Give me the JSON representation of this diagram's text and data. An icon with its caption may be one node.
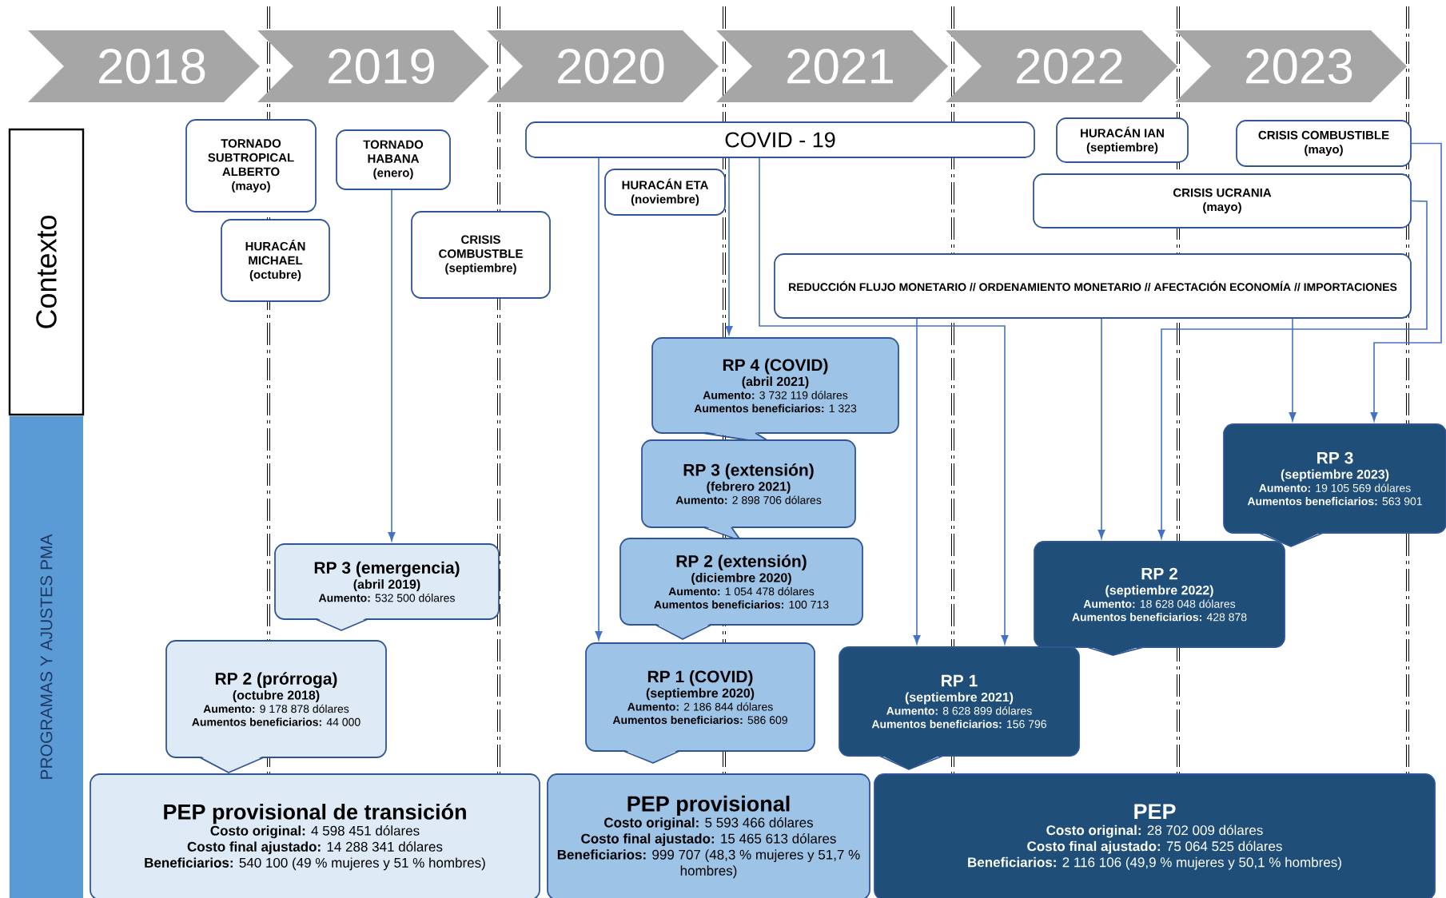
{
  "diagram": {
    "nodes": [
      {
        "text": [
          "2018"
        ]
      },
      {
        "text": [
          "2019"
        ]
      },
      {
        "text": [
          "2020"
        ]
      },
      {
        "text": [
          "2021"
        ]
      },
      {
        "text": [
          "2022"
        ]
      },
      {
        "text": [
          "2023"
        ]
      },
      {
        "text": [
          "Contexto"
        ]
      },
      {
        "text": [
          "PROGRAMAS Y AJUSTES PMA"
        ]
      },
      {
        "text": [
          "TORNADO SUBTROPICAL ALBERTO",
          "(mayo)"
        ]
      },
      {
        "text": [
          "TORNADO HABANA",
          "(enero)"
        ]
      },
      {
        "text": [
          "COVID - 19"
        ]
      },
      {
        "text": [
          "HURACÁN IAN",
          "(septiembre)"
        ]
      },
      {
        "text": [
          "CRISIS COMBUSTIBLE",
          "(mayo)"
        ]
      },
      {
        "text": [
          "HURACÁN ETA",
          "(noviembre)"
        ]
      },
      {
        "text": [
          "CRISIS UCRANIA",
          "(mayo)"
        ]
      },
      {
        "text": [
          "HURACÁN MICHAEL",
          "(octubre)"
        ]
      },
      {
        "text": [
          "CRISIS COMBUSTBLE",
          "(septiembre)"
        ]
      },
      {
        "text": [
          "REDUCCIÓN FLUJO MONETARIO // ORDENAMIENTO MONETARIO // AFECTACIÓN ECONOMÍA // IMPORTACIONES"
        ]
      },
      {
        "text": [
          "RP 4 (COVID)",
          "(abril 2021)",
          "**Aumento:** 3 732 119 dólares",
          "**Aumentos beneficiarios:** 1 323"
        ]
      },
      {
        "text": [
          "RP 3 (extensión)",
          "(febrero 2021)",
          "**Aumento:** 2 898 706 dólares"
        ]
      },
      {
        "text": [
          "RP 3",
          "(septiembre 2023)",
          "**Aumento:** 19 105 569 dólares",
          "**Aumentos beneficiarios:** 563 901"
        ]
      },
      {
        "text": [
          "RP 3 (emergencia)",
          "(abril 2019)",
          "**Aumento:** 532 500 dólares"
        ]
      },
      {
        "text": [
          "RP 2 (extensión)",
          "(diciembre 2020)",
          "**Aumento:** 1 054 478 dólares",
          "**Aumentos beneficiarios:** 100 713"
        ]
      },
      {
        "text": [
          "RP 2",
          "(septiembre 2022)",
          "**Aumento:** 18 628 048 dólares",
          "**Aumentos beneficiarios:** 428 878"
        ]
      },
      {
        "text": [
          "RP 2 (prórroga)",
          "(octubre 2018)",
          "**Aumento:** 9 178 878 dólares",
          "**Aumentos beneficiarios:** 44 000"
        ]
      },
      {
        "text": [
          "RP 1 (COVID)",
          "(septiembre 2020)",
          "**Aumento:** 2 186 844 dólares",
          "**Aumentos beneficiarios:** 586 609"
        ]
      },
      {
        "text": [
          "RP 1",
          "(septiembre 2021)",
          "**Aumento:** 8 628 899 dólares",
          "**Aumentos beneficiarios:** 156 796"
        ]
      },
      {
        "text": [
          "PEP provisional de transición",
          "**Costo original:** 4 598 451 dólares",
          "**Costo final ajustado:** 14 288 341 dólares",
          "**Beneficiarios:** 540 100 (49 % mujeres y 51 % hombres)"
        ]
      },
      {
        "text": [
          "PEP provisional",
          "**Costo original:** 5 593 466 dólares",
          "**Costo final ajustado:** 15 465 613 dólares",
          "**Beneficiarios:** 999 707 (48,3 % mujeres y 51,7 % hombres)"
        ]
      },
      {
        "text": [
          "PEP",
          "**Costo original:** 28 702 009 dólares",
          "**Costo final ajustado:** 75 064 525 dólares",
          "**Beneficiarios:** 2 116 106 (49,9 % mujeres y 50,1 % hombres)"
        ]
      }
    ],
    "edges": [
      {
        "from": 9,
        "to": 21,
        "arrow": "to"
      },
      {
        "from": 10,
        "to": 25,
        "arrow": "to"
      },
      {
        "from": 10,
        "to": 18,
        "arrow": "to"
      },
      {
        "from": 10,
        "to": 26,
        "arrow": "to"
      },
      {
        "from": 17,
        "to": 26,
        "arrow": "to"
      },
      {
        "from": 17,
        "to": 23,
        "arrow": "to"
      },
      {
        "from": 14,
        "to": 23,
        "arrow": "to"
      },
      {
        "from": 17,
        "to": 20,
        "arrow": "to"
      },
      {
        "from": 12,
        "to": 20,
        "arrow": "to"
      }
    ]
  }
}
